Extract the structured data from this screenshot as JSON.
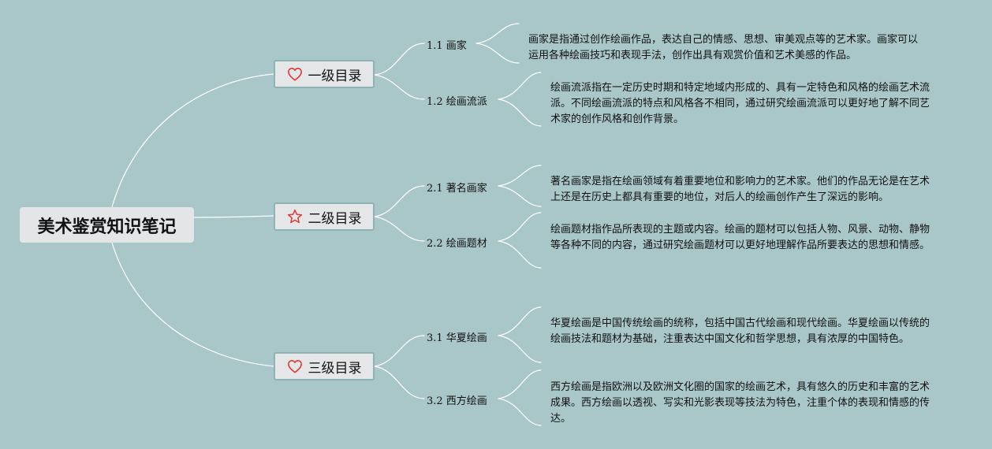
{
  "colors": {
    "background": "#a9c6c9",
    "link": "#ffffff",
    "icon": "#e03a36"
  },
  "root": {
    "title": "美术鉴赏知识笔记"
  },
  "branches": [
    {
      "label": "一级目录",
      "icon": "heart-icon",
      "topics": [
        {
          "label": "1.1 画家",
          "note": "画家是指通过创作绘画作品，表达自己的情感、思想、审美观点等的艺术家。画家可以运用各种绘画技巧和表现手法，创作出具有观赏价值和艺术美感的作品。"
        },
        {
          "label": "1.2 绘画流派",
          "note": "绘画流派指在一定历史时期和特定地域内形成的、具有一定特色和风格的绘画艺术流派。不同绘画流派的特点和风格各不相同，通过研究绘画流派可以更好地了解不同艺术家的创作风格和创作背景。"
        }
      ]
    },
    {
      "label": "二级目录",
      "icon": "star-icon",
      "topics": [
        {
          "label": "2.1 著名画家",
          "note": "著名画家是指在绘画领域有着重要地位和影响力的艺术家。他们的作品无论是在艺术上还是在历史上都具有重要的地位，对后人的绘画创作产生了深远的影响。"
        },
        {
          "label": "2.2 绘画题材",
          "note": "绘画题材指作品所表现的主题或内容。绘画的题材可以包括人物、风景、动物、静物等各种不同的内容，通过研究绘画题材可以更好地理解作品所要表达的思想和情感。"
        }
      ]
    },
    {
      "label": "三级目录",
      "icon": "heart-icon",
      "topics": [
        {
          "label": "3.1 华夏绘画",
          "note": "华夏绘画是中国传统绘画的统称，包括中国古代绘画和现代绘画。华夏绘画以传统的绘画技法和题材为基础，注重表达中国文化和哲学思想，具有浓厚的中国特色。"
        },
        {
          "label": "3.2 西方绘画",
          "note": "西方绘画是指欧洲以及欧洲文化圈的国家的绘画艺术，具有悠久的历史和丰富的艺术成果。西方绘画以透视、写实和光影表现等技法为特色，注重个体的表现和情感的传达。"
        }
      ]
    }
  ]
}
